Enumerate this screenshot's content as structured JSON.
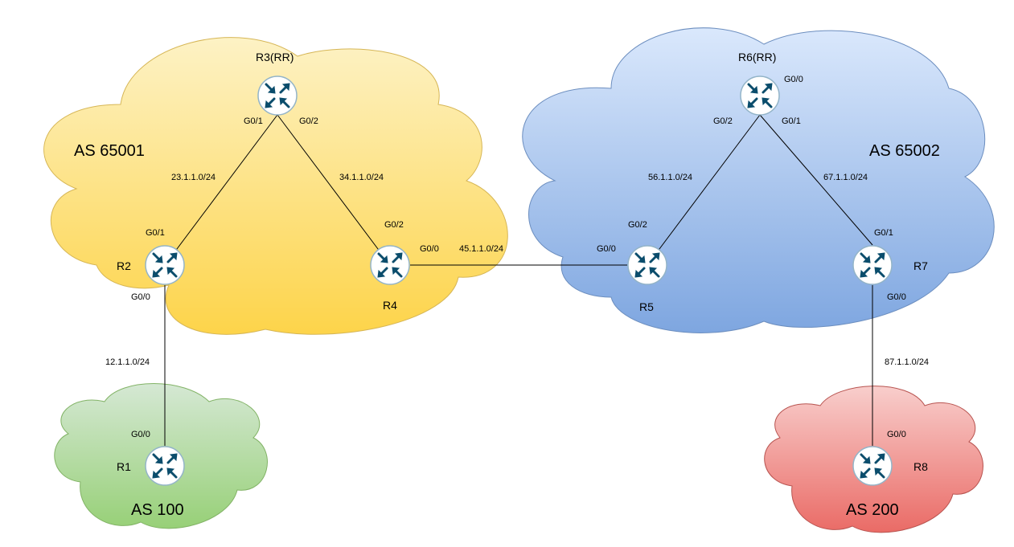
{
  "clouds": [
    {
      "id": "as65001",
      "label": "AS 65001"
    },
    {
      "id": "as65002",
      "label": "AS 65002"
    },
    {
      "id": "as100",
      "label": "AS 100"
    },
    {
      "id": "as200",
      "label": "AS 200"
    }
  ],
  "routers": [
    {
      "id": "R1",
      "label": "R1"
    },
    {
      "id": "R2",
      "label": "R2"
    },
    {
      "id": "R3",
      "label": "R3(RR)"
    },
    {
      "id": "R4",
      "label": "R4"
    },
    {
      "id": "R5",
      "label": "R5"
    },
    {
      "id": "R6",
      "label": "R6(RR)"
    },
    {
      "id": "R7",
      "label": "R7"
    },
    {
      "id": "R8",
      "label": "R8"
    }
  ],
  "links": [
    {
      "id": "r1-r2",
      "subnet": "12.1.1.0/24",
      "a_if": "G0/0",
      "b_if": "G0/0"
    },
    {
      "id": "r2-r3",
      "subnet": "23.1.1.0/24",
      "a_if": "G0/1",
      "b_if": "G0/1"
    },
    {
      "id": "r3-r4",
      "subnet": "34.1.1.0/24",
      "a_if": "G0/2",
      "b_if": "G0/2"
    },
    {
      "id": "r4-r5",
      "subnet": "45.1.1.0/24",
      "a_if": "G0/0",
      "b_if": "G0/0"
    },
    {
      "id": "r5-r6",
      "subnet": "56.1.1.0/24",
      "a_if": "G0/2",
      "b_if": "G0/2"
    },
    {
      "id": "r6-r7",
      "subnet": "67.1.1.0/24",
      "a_if": "G0/1",
      "b_if": "G0/1"
    },
    {
      "id": "r7-r8",
      "subnet": "87.1.1.0/24",
      "a_if": "G0/0",
      "b_if": "G0/0"
    }
  ],
  "extra_interfaces": [
    {
      "id": "r6-g00",
      "label": "G0/0"
    }
  ],
  "colors": {
    "yellow_top": "#fdf2c5",
    "yellow_bottom": "#fdd44a",
    "yellow_stroke": "#d6b656",
    "blue_top": "#dae8fc",
    "blue_bottom": "#7ea6e0",
    "blue_stroke": "#6c8ebf",
    "green_top": "#d5e8d4",
    "green_bottom": "#97d077",
    "green_stroke": "#82b366",
    "red_top": "#f8cecc",
    "red_bottom": "#ea6b66",
    "red_stroke": "#b85450",
    "router_fill": "#ffffff",
    "router_stroke": "#93b4c8",
    "router_arrow": "#0b4d6c"
  }
}
